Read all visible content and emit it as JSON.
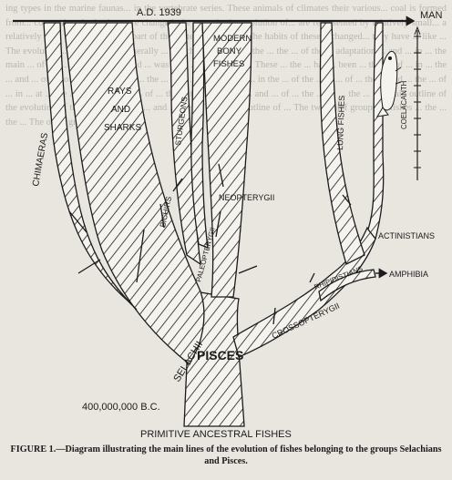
{
  "diagram": {
    "date_top": "A.D. 1939",
    "date_bottom": "400,000,000 B.C.",
    "root_label": "PRIMITIVE ANCESTRAL FISHES",
    "man_label": "MAN",
    "labels": {
      "chimaeras": "CHIMAERAS",
      "rays": "RAYS",
      "and": "AND",
      "sharks": "SHARKS",
      "sturgeons": "STURGEONS",
      "bichirs": "BICHIRS",
      "modern": "MODERN",
      "bony": "BONY",
      "fishes": "FISHES",
      "neopterygii": "NEOPTERYGII",
      "paleopterygii": "PALEOPTERYGII",
      "lung_fishes": "LUNG FISHES",
      "coelacanth": "COELACANTH",
      "actinistians": "ACTINISTIANS",
      "rhipidistians": "RHIPIDISTIANS",
      "amphibia": "AMPHIBIA",
      "crossopterygii": "CROSSOPTERYGII",
      "selachii": "SELACHII",
      "pisces": "PISCES"
    }
  },
  "caption": {
    "figure_label": "FIGURE 1.",
    "text": "—Diagram illustrating the main lines of the evolution of fishes belonging to the groups Selachians and Pisces."
  }
}
